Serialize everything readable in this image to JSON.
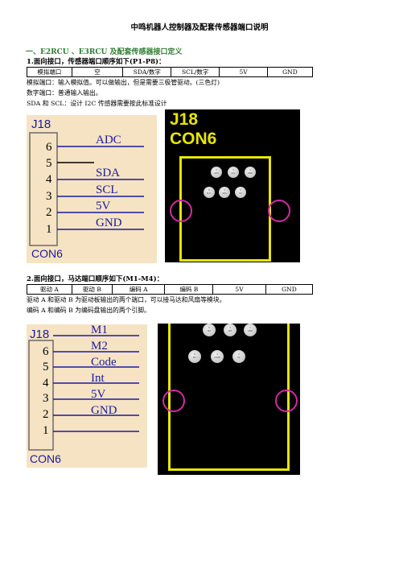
{
  "title": "中鸣机器人控制器及配套传感器端口说明",
  "section1": {
    "heading": "一、E2RCU 、E3RCU 及配套传感器接口定义",
    "sub1": "1.面向接口，传感器端口顺序如下(P1-P8)：",
    "sensor_ports": [
      "模拟端口",
      "空",
      "SDA/数字",
      "SCL/数字",
      "5V",
      "GND"
    ],
    "notes": [
      "模拟端口：输入模拟值。可以做输出，但是需要三极管驱动。(三色灯)",
      "数字端口：普通输入输出。",
      "SDA 和 SCL：设计 I2C 传感器需要按此标准设计"
    ]
  },
  "sensor_schematic": {
    "ref": "J18",
    "part": "CON6",
    "pin_numbers": [
      "6",
      "5",
      "4",
      "3",
      "2",
      "1"
    ],
    "pin_labels": [
      "ADC",
      "",
      "SDA",
      "SCL",
      "5V",
      "GND"
    ],
    "colors": {
      "bg": "#f5e3c3",
      "outline": "#6b6b6b",
      "text": "#1a1a9e",
      "wire": "#1a1a9e",
      "blackwire": "#000000"
    }
  },
  "sensor_pcb": {
    "ref": "J18",
    "part": "CON6",
    "top_pins": [
      {
        "num": "5",
        "name": "ADC"
      },
      {
        "num": "3",
        "name": "SCL"
      },
      {
        "num": "1",
        "name": "GND"
      }
    ],
    "bottom_pins": [
      {
        "num": "6",
        "name": "N.C."
      },
      {
        "num": "4",
        "name": "SDA"
      },
      {
        "num": "2",
        "name": "5V"
      }
    ],
    "colors": {
      "bg": "#000000",
      "outline": "#e6e600",
      "mount": "#d22aa3"
    }
  },
  "section2": {
    "sub2": "2.面向接口，马达端口顺序如下(M1-M4)：",
    "motor_ports": [
      "驱动 A",
      "驱动 B",
      "编码 A",
      "编码 B",
      "5V",
      "GND"
    ],
    "notes": [
      "驱动 A 和驱动 B 为驱动板输出的两个端口，可以接马达和风扇等模块。",
      "编码 A 和编码 B 为编码盘输出的两个引脚。"
    ]
  },
  "motor_schematic": {
    "ref": "J18",
    "part": "CON6",
    "pin_numbers": [
      "6",
      "5",
      "4",
      "3",
      "2",
      "1"
    ],
    "pin_labels": [
      "M1",
      "M2",
      "Code",
      "Int",
      "5V",
      "GND"
    ]
  },
  "motor_pcb": {
    "top_pins": [
      {
        "num": "5",
        "name": "M2"
      },
      {
        "num": "3",
        "name": "INT"
      },
      {
        "num": "1",
        "name": "GND"
      }
    ],
    "bottom_pins": [
      {
        "num": "6",
        "name": "M1"
      },
      {
        "num": "4",
        "name": "CODE"
      },
      {
        "num": "2",
        "name": "5V"
      }
    ]
  }
}
